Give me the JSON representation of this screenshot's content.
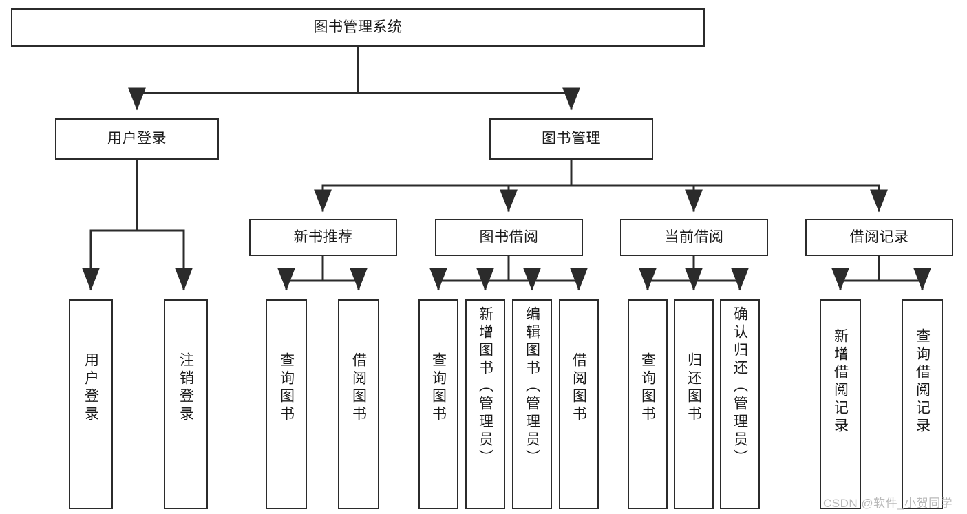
{
  "diagram": {
    "title_node": {
      "label": "图书管理系统"
    },
    "level1": [
      {
        "id": "user-login",
        "label": "用户登录"
      },
      {
        "id": "book-management",
        "label": "图书管理"
      }
    ],
    "level2": [
      {
        "id": "new-book-recommend",
        "label": "新书推荐"
      },
      {
        "id": "book-borrow",
        "label": "图书借阅"
      },
      {
        "id": "current-borrow",
        "label": "当前借阅"
      },
      {
        "id": "borrow-record",
        "label": "借阅记录"
      }
    ],
    "leaves": [
      {
        "id": "leaf-user-login",
        "label": "用户登录",
        "parent": "user-login"
      },
      {
        "id": "leaf-logout-login",
        "label": "注销登录",
        "parent": "user-login"
      },
      {
        "id": "leaf-query-book-1",
        "label": "查询图书",
        "parent": "new-book-recommend"
      },
      {
        "id": "leaf-borrow-book-1",
        "label": "借阅图书",
        "parent": "new-book-recommend"
      },
      {
        "id": "leaf-query-book-2",
        "label": "查询图书",
        "parent": "book-borrow"
      },
      {
        "id": "leaf-add-book",
        "label": "新增图书（管理员）",
        "parent": "book-borrow"
      },
      {
        "id": "leaf-edit-book",
        "label": "编辑图书（管理员）",
        "parent": "book-borrow"
      },
      {
        "id": "leaf-borrow-book-2",
        "label": "借阅图书",
        "parent": "book-borrow"
      },
      {
        "id": "leaf-query-book-3",
        "label": "查询图书",
        "parent": "current-borrow"
      },
      {
        "id": "leaf-return-book",
        "label": "归还图书",
        "parent": "current-borrow"
      },
      {
        "id": "leaf-confirm-return",
        "label": "确认归还（管理员）",
        "parent": "current-borrow"
      },
      {
        "id": "leaf-add-record",
        "label": "新增借阅记录",
        "parent": "borrow-record"
      },
      {
        "id": "leaf-query-record",
        "label": "查询借阅记录",
        "parent": "borrow-record"
      }
    ],
    "colors": {
      "stroke": "#2b2b2b",
      "fill": "#ffffff",
      "text": "#1a1a1a",
      "watermark": "#b9b9b9"
    }
  },
  "watermark": {
    "text": "CSDN @软件_小贺同学"
  }
}
